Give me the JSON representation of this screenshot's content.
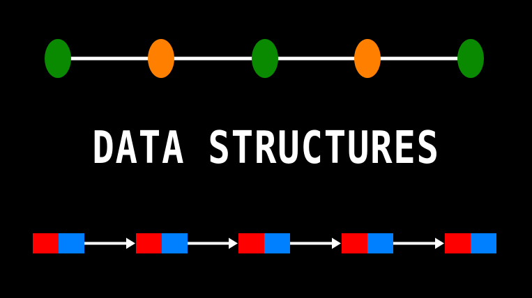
{
  "title": "DATA STRUCTURES",
  "colors": {
    "background": "#000000",
    "edge": "#ffffff",
    "node_a": "#0a8a00",
    "node_b": "#ff8000",
    "cell_data": "#ff0000",
    "cell_pointer": "#0080ff",
    "arrow": "#ffffff",
    "title": "#ffffff"
  },
  "graph": {
    "nodes": [
      "node_a",
      "node_b",
      "node_a",
      "node_b",
      "node_a"
    ]
  },
  "linked_list": {
    "node_count": 5
  }
}
